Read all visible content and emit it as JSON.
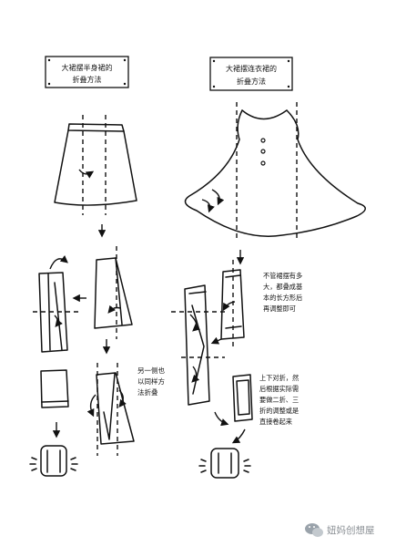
{
  "left_panel": {
    "title_line1": "大裙摆半身裙的",
    "title_line2": "折叠方法",
    "note_lines": [
      "另一侧也",
      "以同样方",
      "法折叠"
    ]
  },
  "right_panel": {
    "title_line1": "大裙摆连衣裙的",
    "title_line2": "折叠方法",
    "note1_lines": [
      "不管裙摆有多",
      "大，都叠成基",
      "本的长方形后",
      "再调整即可"
    ],
    "note2_lines": [
      "上下对折，然",
      "后根据实际需",
      "要做二折、三",
      "折的调整或是",
      "直接卷起来"
    ]
  },
  "watermark": {
    "text": "妞妈创想屋",
    "icon": "wechat-icon"
  },
  "colors": {
    "ink": "#111111",
    "paper": "#ffffff"
  }
}
